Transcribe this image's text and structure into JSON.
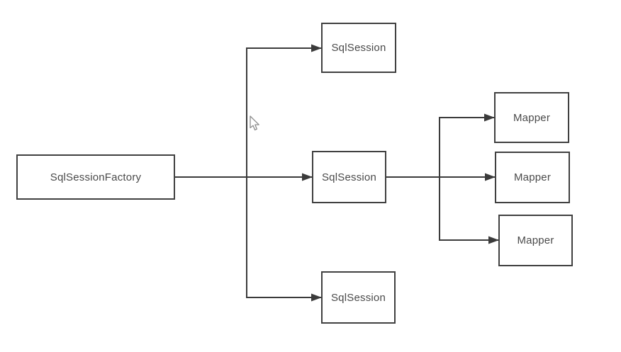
{
  "diagram": {
    "nodes": {
      "sqlsessionfactory": {
        "label": "SqlSessionFactory"
      },
      "sqlsession_top": {
        "label": "SqlSession"
      },
      "sqlsession_middle": {
        "label": "SqlSession"
      },
      "sqlsession_bottom": {
        "label": "SqlSession"
      },
      "mapper_top": {
        "label": "Mapper"
      },
      "mapper_middle": {
        "label": "Mapper"
      },
      "mapper_bottom": {
        "label": "Mapper"
      }
    },
    "icons": {
      "cursor": "mouse-pointer-arrow"
    },
    "colors": {
      "background": "#ffffff",
      "line": "#3b3b3b",
      "border": "#404040",
      "text": "#4a4a4a",
      "cursor_outline": "#8c8c8c"
    }
  }
}
